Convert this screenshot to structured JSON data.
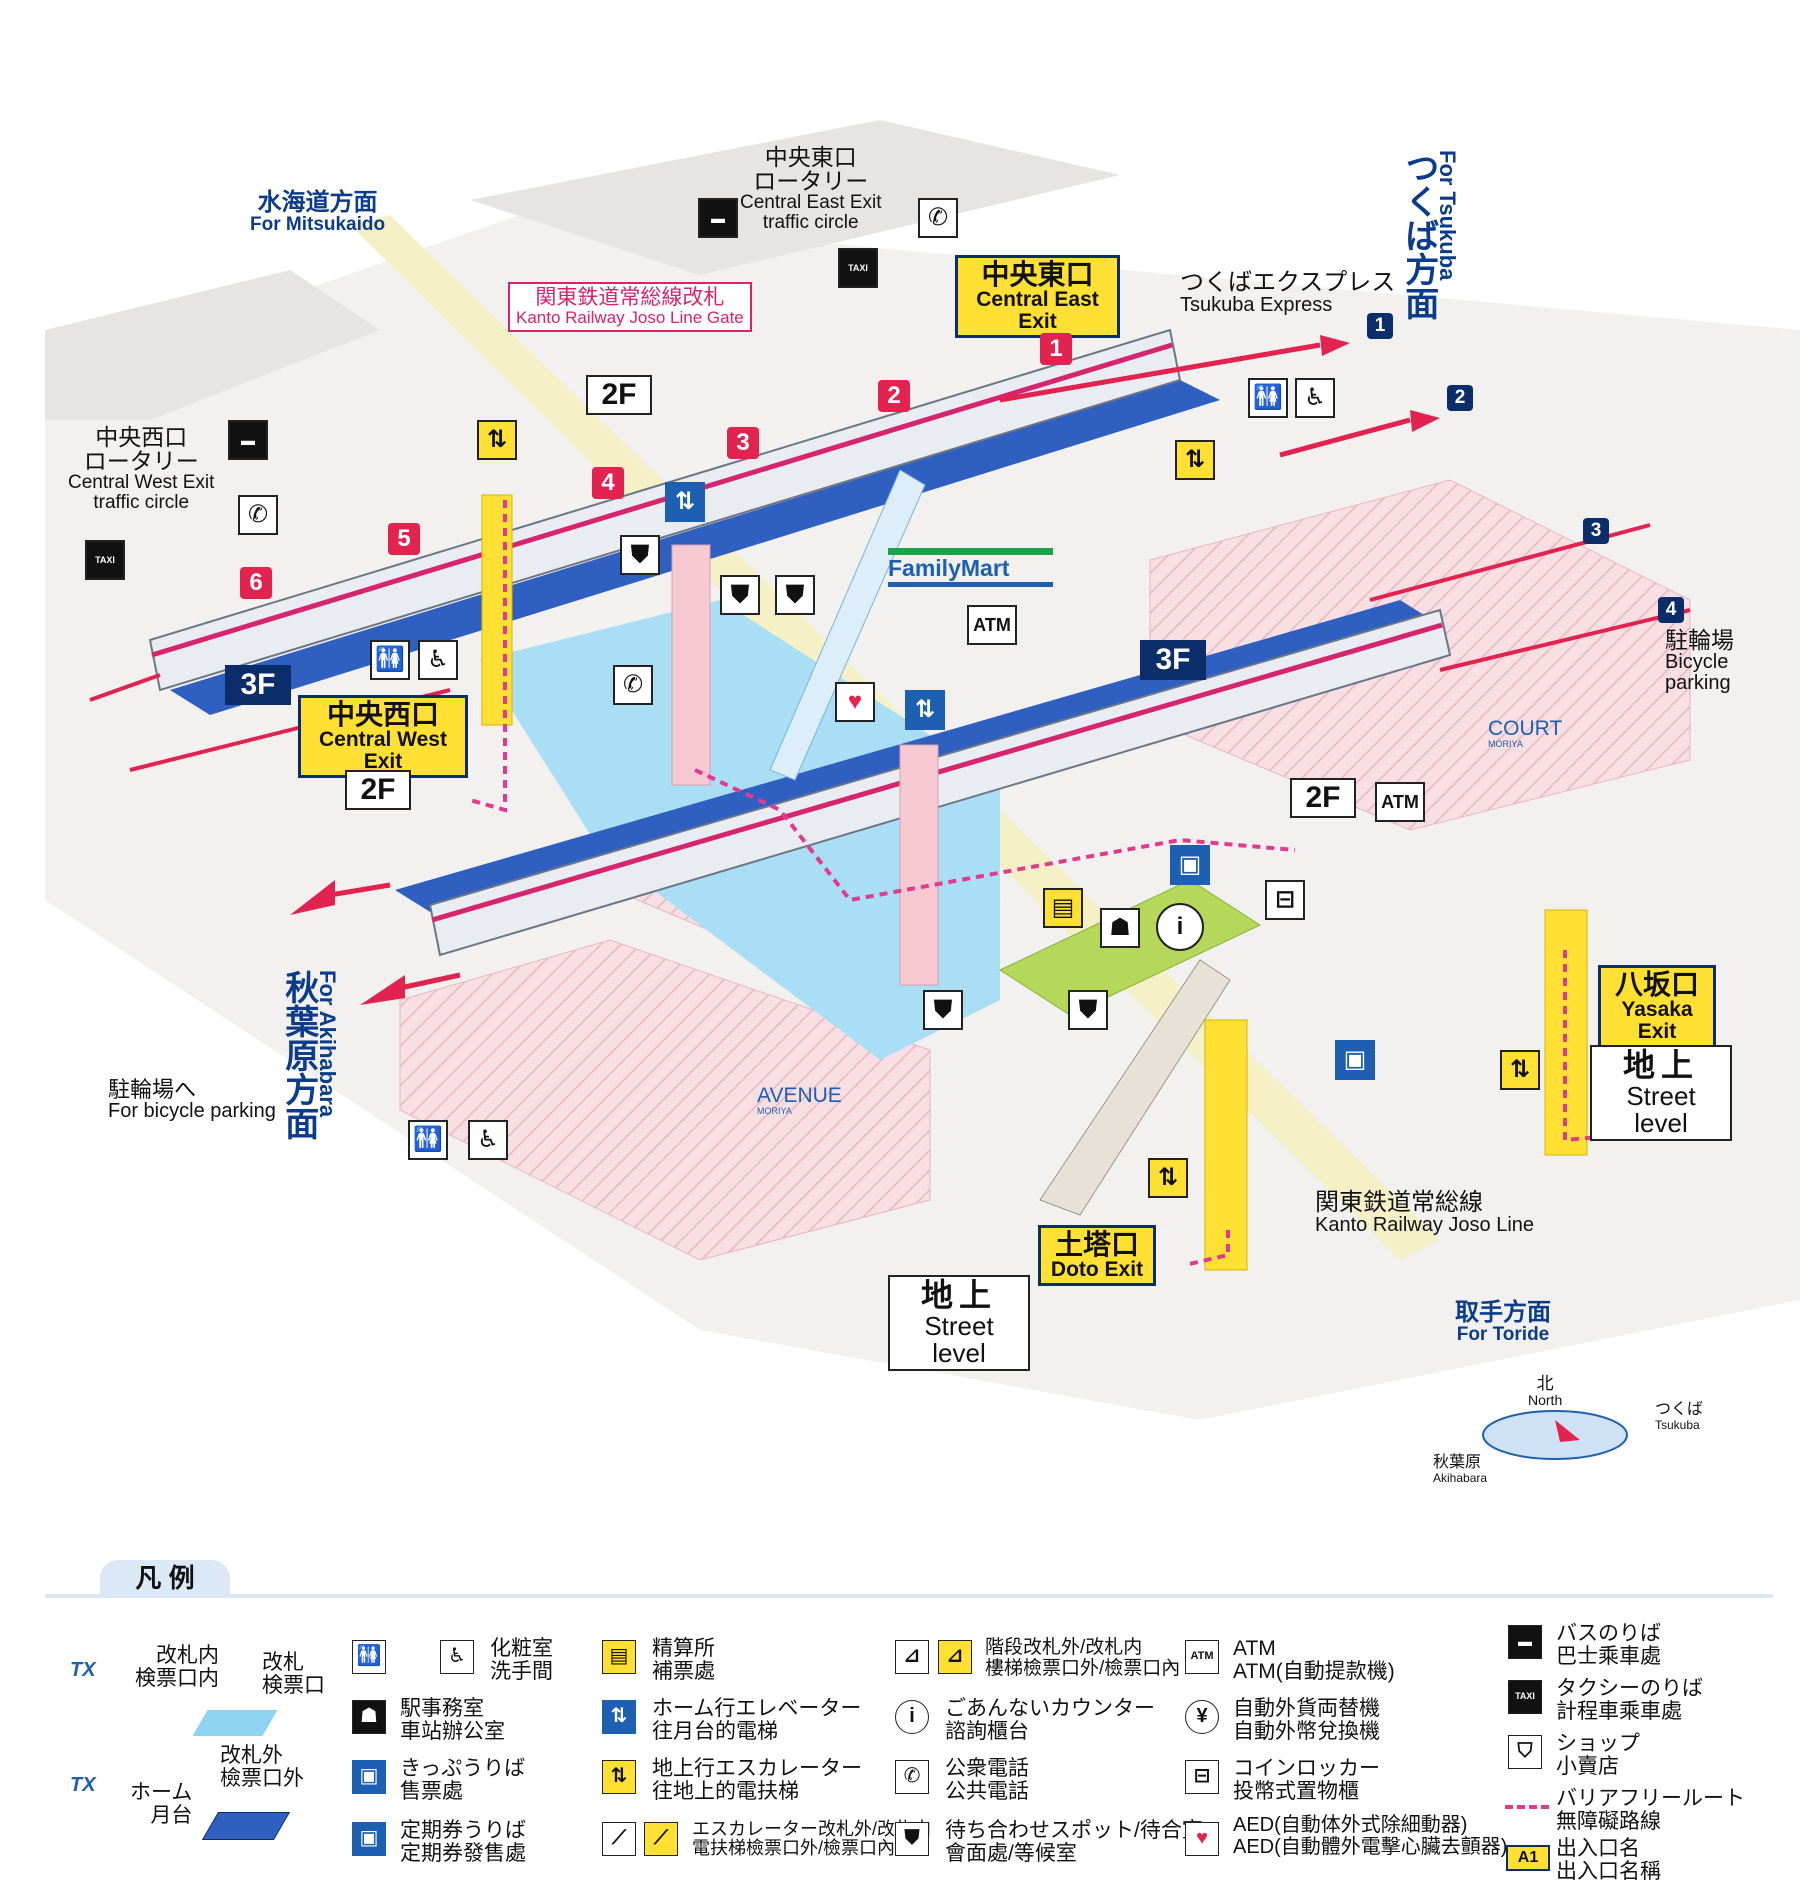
{
  "directions": {
    "mitsukaido": {
      "ja": "水海道方面",
      "en": "For Mitsukaido"
    },
    "tsukuba": {
      "ja": "つくば方面",
      "en": "For Tsukuba"
    },
    "akihabara": {
      "ja": "秋葉原方面",
      "en": "For Akihabara"
    },
    "toride": {
      "ja": "取手方面",
      "en": "For Toride"
    }
  },
  "rotary_east": {
    "ja": "中央東口\nロータリー",
    "en": "Central East Exit\ntraffic circle"
  },
  "rotary_west": {
    "ja": "中央西口\nロータリー",
    "en": "Central West Exit\ntraffic circle"
  },
  "exits": {
    "central_east": {
      "ja": "中央東口",
      "en": "Central East Exit"
    },
    "central_west": {
      "ja": "中央西口",
      "en": "Central West Exit"
    },
    "yasaka": {
      "ja": "八坂口",
      "en": "Yasaka Exit"
    },
    "doto": {
      "ja": "土塔口",
      "en": "Doto Exit"
    }
  },
  "kanto_gate": {
    "ja": "関東鉄道常総線改札",
    "en": "Kanto Railway Joso Line Gate"
  },
  "tsukuba_express": {
    "ja": "つくばエクスプレス",
    "en": "Tsukuba Express"
  },
  "kanto_line": {
    "ja": "関東鉄道常総線",
    "en": "Kanto Railway Joso Line"
  },
  "bicycle_parking": {
    "ja": "駐輪場",
    "en": "Bicycle\nparking"
  },
  "bicycle_to": {
    "ja": "駐輪場へ",
    "en": "For bicycle parking"
  },
  "street_level": {
    "ja": "地上",
    "en": "Street level"
  },
  "floors": {
    "f2": "2F",
    "f3": "3F"
  },
  "platforms_left": [
    "1",
    "2",
    "3",
    "4",
    "5",
    "6"
  ],
  "platforms_right": [
    "1",
    "2",
    "3",
    "4"
  ],
  "shops": {
    "familymart": "FamilyMart",
    "atm": "ATM",
    "court": "COURT",
    "avenue": "AVENUE",
    "moriya": "MORIYA"
  },
  "icons": {
    "taxi": "TAXI",
    "info": "i"
  },
  "compass": {
    "north_ja": "北",
    "north_en": "North",
    "tsukuba_ja": "つくば",
    "tsukuba_en": "Tsukuba",
    "akihabara_ja": "秋葉原",
    "akihabara_en": "Akihabara"
  },
  "legend": {
    "title": "凡 例",
    "gate_inside": "改札内\n検票口内",
    "gate": "改札\n検票口",
    "gate_outside": "改札外\n檢票口外",
    "platform": "ホーム\n月台",
    "items": {
      "toilet": {
        "t": "化粧室",
        "s": "洗手間"
      },
      "fare": {
        "t": "精算所",
        "s": "補票處"
      },
      "stairs": {
        "t": "階段改札外/改札内",
        "s": "樓梯檢票口外/檢票口內"
      },
      "atm": {
        "t": "ATM",
        "s": "ATM(自動提款機)"
      },
      "bus": {
        "t": "バスのりば",
        "s": "巴士乘車處"
      },
      "office": {
        "t": "駅事務室",
        "s": "車站辦公室"
      },
      "elev_platform": {
        "t": "ホーム行エレベーター",
        "s": "往月台的電梯"
      },
      "info": {
        "t": "ごあんないカウンター",
        "s": "諮詢櫃台"
      },
      "exchange": {
        "t": "自動外貨両替機",
        "s": "自動外幣兌換機"
      },
      "taxi": {
        "t": "タクシーのりば",
        "s": "計程車乘車處"
      },
      "ticket": {
        "t": "きっぷうりば",
        "s": "售票處"
      },
      "elev_street": {
        "t": "地上行エスカレーター",
        "s": "往地上的電扶梯"
      },
      "phone": {
        "t": "公衆電話",
        "s": "公共電話"
      },
      "locker": {
        "t": "コインロッカー",
        "s": "投幣式置物櫃"
      },
      "shop": {
        "t": "ショップ",
        "s": "小賣店"
      },
      "barrier": {
        "t": "バリアフリールート",
        "s": "無障礙路線"
      },
      "pass": {
        "t": "定期券うりば",
        "s": "定期券發售處"
      },
      "escalator": {
        "t": "エスカレーター改札外/改札内",
        "s": "電扶梯檢票口外/檢票口內"
      },
      "waiting": {
        "t": "待ち合わせスポット/待合室",
        "s": "會面處/等候室"
      },
      "aed": {
        "t": "AED(自動体外式除細動器)",
        "s": "AED(自動體外電擊心臟去顫器)"
      },
      "exitname": {
        "t": "出入口名",
        "s": "出入口名稱"
      }
    },
    "tx": "TX",
    "a1": "A1"
  },
  "colors": {
    "navy": "#0b2e6b",
    "red": "#e2224f",
    "pink": "#f6c9d3",
    "yellow": "#ffe033",
    "lightblue": "#8fd3f2",
    "platform": "#2f5fc1"
  }
}
